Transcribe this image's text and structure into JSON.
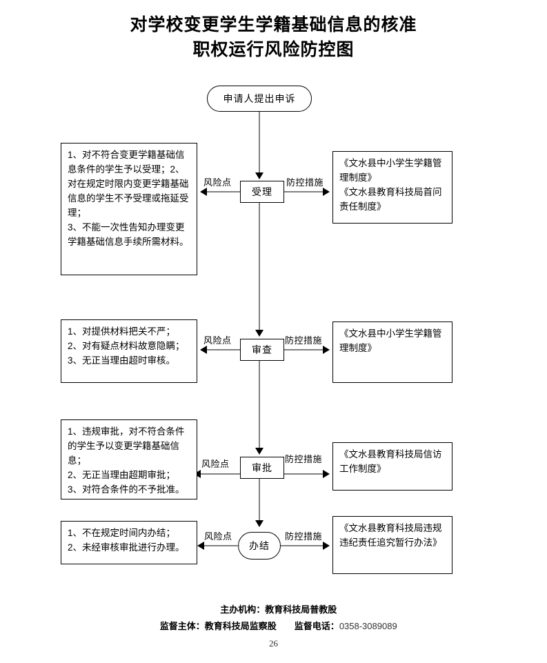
{
  "document": {
    "title_line1": "对学校变更学生学籍基础信息的核准",
    "title_line2": "职权运行风险防控图",
    "page_number": "26"
  },
  "flow": {
    "start_node": "申请人提出申诉",
    "edge_labels": {
      "risk": "风险点",
      "control": "防控措施"
    },
    "steps": [
      {
        "node": "受理",
        "shape": "rect",
        "risk_label": "风险点",
        "control_label": "防控措施",
        "risk_text": "1、对不符合变更学籍基础信息条件的学生予以受理；2、对在规定时限内变更学籍基础信息的学生不予受理或拖延受理；\n3、不能一次性告知办理变更学籍基础信息手续所需材料。",
        "control_text": "《文水县中小学生学籍管理制度》\n《文水县教育科技局首问责任制度》"
      },
      {
        "node": "审查",
        "shape": "rect",
        "risk_label": "风险点",
        "control_label": "防控措施",
        "risk_text": "1、对提供材料把关不严；\n2、对有疑点材料故意隐瞒；3、无正当理由超时审核。",
        "control_text": "《文水县中小学生学籍管理制度》"
      },
      {
        "node": "审批",
        "shape": "rect",
        "risk_label": "风险点",
        "control_label": "防控措施",
        "risk_text": "1、违规审批，对不符合条件的学生予以变更学籍基础信息；\n2、无正当理由超期审批；\n3、对符合条件的不予批准。",
        "control_text": "《文水县教育科技局信访工作制度》"
      },
      {
        "node": "办结",
        "shape": "rounded",
        "risk_label": "风险点",
        "control_label": "防控措施",
        "risk_text": "1、不在规定时间内办结；\n2、未经审核审批进行办理。",
        "control_text": "《文水县教育科技局违规违纪责任追究暂行办法》"
      }
    ]
  },
  "footer": {
    "line1": "主办机构：教育科技局普教股",
    "line2_label": "监督主体：教育科技局监察股",
    "line2_phone_label": "监督电话：",
    "line2_phone": "0358-3089089"
  },
  "colors": {
    "connector": "#808080",
    "arrow": "#000000",
    "border": "#000000",
    "background": "#ffffff"
  }
}
